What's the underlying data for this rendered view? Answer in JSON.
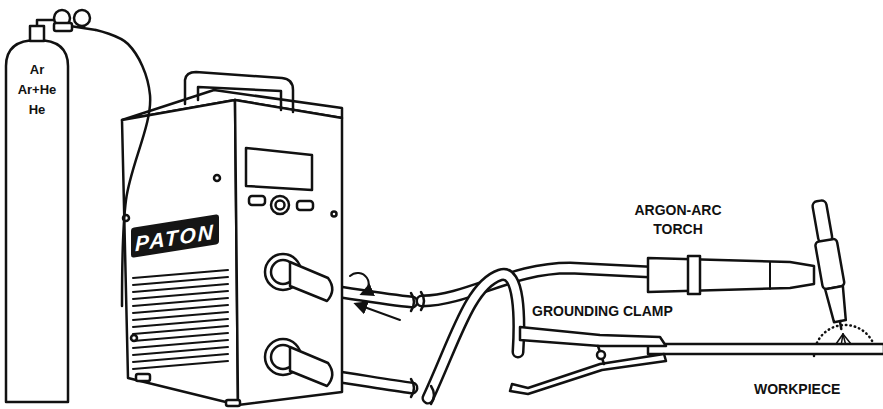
{
  "diagram": {
    "nodes": [
      {
        "text": [
          "Ar",
          "Ar+He",
          "He"
        ]
      },
      {
        "text": [
          "PATON"
        ]
      }
    ],
    "edges": [
      {
        "from": 0,
        "to": 1,
        "arrow": "none"
      }
    ],
    "labels": [
      "ARGON-ARC TORCH",
      "GROUNDING CLAMP",
      "WORKPIECE"
    ]
  }
}
